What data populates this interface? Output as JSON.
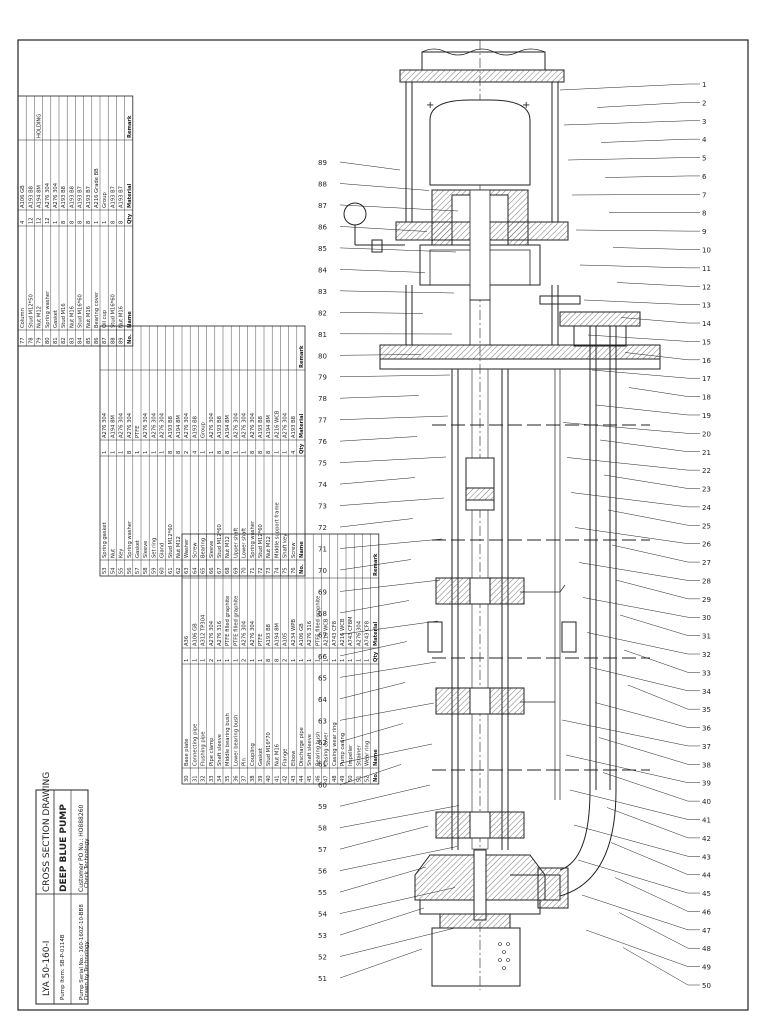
{
  "title_block": {
    "company": "DEEP BLUE PUMP",
    "model": "LYA 50-160-I",
    "drawing_type": "CROSS SECTION DRAWING",
    "customer": "Customer PO No.: HO888260",
    "serial": "Pump Serial No.: 160-160Z-10-BB8",
    "checker": "Check  Technology",
    "drawn": "Drawn by  Technology",
    "pump_item": "Pump Item: SB-P-0114B"
  },
  "bom": {
    "header": {
      "no": "No.",
      "name": "Name",
      "qty": "Qty",
      "material": "Material",
      "remark": "Remark"
    },
    "group1": [
      {
        "no": "89",
        "name": "Nut M16",
        "qty": "8",
        "material": "A193 B7",
        "remark": ""
      },
      {
        "no": "88",
        "name": "Stud M16*60",
        "qty": "8",
        "material": "A193 B7",
        "remark": ""
      },
      {
        "no": "87",
        "name": "Oil cup",
        "qty": "1",
        "material": "Group",
        "remark": ""
      },
      {
        "no": "86",
        "name": "Bearing cover",
        "qty": "1",
        "material": "A216 Grade BB",
        "remark": ""
      },
      {
        "no": "85",
        "name": "Nut M16",
        "qty": "8",
        "material": "A193 B7",
        "remark": ""
      },
      {
        "no": "84",
        "name": "Stud M16*60",
        "qty": "8",
        "material": "A193 B7",
        "remark": ""
      },
      {
        "no": "83",
        "name": "Nut M16",
        "qty": "8",
        "material": "A193 B8",
        "remark": ""
      },
      {
        "no": "82",
        "name": "Stud M16",
        "qty": "8",
        "material": "A193 B8",
        "remark": ""
      },
      {
        "no": "81",
        "name": "Gasket",
        "qty": "1",
        "material": "A276 304",
        "remark": ""
      },
      {
        "no": "80",
        "name": "Spring washer",
        "qty": "12",
        "material": "A276 304",
        "remark": ""
      },
      {
        "no": "79",
        "name": "Nut M12",
        "qty": "12",
        "material": "A194 8M",
        "remark": "HOLDING"
      },
      {
        "no": "78",
        "name": "Stud M12*50",
        "qty": "12",
        "material": "A193 B8",
        "remark": ""
      },
      {
        "no": "77",
        "name": "Column",
        "qty": "4",
        "material": "A106 GB",
        "remark": ""
      }
    ],
    "group2": [
      {
        "no": "76",
        "name": "Screw",
        "qty": "4",
        "material": "A193 B8",
        "remark": ""
      },
      {
        "no": "75",
        "name": "Shaft key",
        "qty": "1",
        "material": "A276 304",
        "remark": ""
      },
      {
        "no": "74",
        "name": "Middle support frame",
        "qty": "1",
        "material": "A216 WCB",
        "remark": ""
      },
      {
        "no": "73",
        "name": "Nut M12",
        "qty": "8",
        "material": "A194 8M",
        "remark": ""
      },
      {
        "no": "72",
        "name": "Stud M12*60",
        "qty": "8",
        "material": "A193 B8",
        "remark": ""
      },
      {
        "no": "71",
        "name": "Spring washer",
        "qty": "8",
        "material": "A276 304",
        "remark": ""
      },
      {
        "no": "70",
        "name": "Lower shaft",
        "qty": "1",
        "material": "A276 304",
        "remark": ""
      },
      {
        "no": "69",
        "name": "Upper shaft",
        "qty": "1",
        "material": "A276 304",
        "remark": ""
      },
      {
        "no": "68",
        "name": "Nut M12",
        "qty": "8",
        "material": "A194 8M",
        "remark": ""
      },
      {
        "no": "67",
        "name": "Stud M12*60",
        "qty": "8",
        "material": "A193 B8",
        "remark": ""
      },
      {
        "no": "66",
        "name": "Sleeve",
        "qty": "1",
        "material": "A276 304",
        "remark": ""
      },
      {
        "no": "65",
        "name": "Bearing",
        "qty": "1",
        "material": "Group",
        "remark": ""
      },
      {
        "no": "64",
        "name": "Screw",
        "qty": "4",
        "material": "A193 B8",
        "remark": ""
      },
      {
        "no": "63",
        "name": "Washer",
        "qty": "2",
        "material": "A276 304",
        "remark": ""
      },
      {
        "no": "62",
        "name": "Nut M12",
        "qty": "8",
        "material": "A194 8M",
        "remark": ""
      },
      {
        "no": "61",
        "name": "Stud M12*60",
        "qty": "8",
        "material": "A193 B8",
        "remark": ""
      },
      {
        "no": "60",
        "name": "Gland",
        "qty": "1",
        "material": "A276 304",
        "remark": ""
      },
      {
        "no": "59",
        "name": "Set ring",
        "qty": "1",
        "material": "A276 304",
        "remark": ""
      },
      {
        "no": "58",
        "name": "Sleeve",
        "qty": "1",
        "material": "A276 304",
        "remark": ""
      },
      {
        "no": "57",
        "name": "Gasket",
        "qty": "1",
        "material": "PTFE",
        "remark": ""
      },
      {
        "no": "56",
        "name": "Spring washer",
        "qty": "8",
        "material": "A276 304",
        "remark": ""
      },
      {
        "no": "55",
        "name": "Key",
        "qty": "1",
        "material": "A276 304",
        "remark": ""
      },
      {
        "no": "54",
        "name": "Nut",
        "qty": "1",
        "material": "A194 8M",
        "remark": ""
      },
      {
        "no": "53",
        "name": "Spring gasket",
        "qty": "1",
        "material": "A276 304",
        "remark": ""
      }
    ],
    "group3": [
      {
        "no": "52",
        "name": "Wear ring",
        "qty": "1",
        "material": "A743 CF8",
        "remark": ""
      },
      {
        "no": "51",
        "name": "Strainer",
        "qty": "1",
        "material": "A276 304",
        "remark": ""
      },
      {
        "no": "50",
        "name": "Impeller",
        "qty": "1",
        "material": "A743 CF8M",
        "remark": ""
      },
      {
        "no": "49",
        "name": "Pump casing",
        "qty": "1",
        "material": "A216 WCB",
        "remark": ""
      },
      {
        "no": "48",
        "name": "Casing wear ring",
        "qty": "1",
        "material": "A743 CF8",
        "remark": ""
      },
      {
        "no": "47",
        "name": "Casing cover",
        "qty": "1",
        "material": "A216 WCB",
        "remark": ""
      },
      {
        "no": "46",
        "name": "Bearing bush",
        "qty": "1",
        "material": "PTFE filled graphite",
        "remark": ""
      },
      {
        "no": "45",
        "name": "Shaft sleeve",
        "qty": "1",
        "material": "A276 316",
        "remark": ""
      },
      {
        "no": "44",
        "name": "Discharge pipe",
        "qty": "1",
        "material": "A106 GB",
        "remark": ""
      },
      {
        "no": "43",
        "name": "Elbow",
        "qty": "1",
        "material": "A234 WPB",
        "remark": ""
      },
      {
        "no": "42",
        "name": "Flange",
        "qty": "2",
        "material": "A105",
        "remark": ""
      },
      {
        "no": "41",
        "name": "Nut M16",
        "qty": "8",
        "material": "A194 8M",
        "remark": ""
      },
      {
        "no": "40",
        "name": "Stud M16*70",
        "qty": "8",
        "material": "A193 B8",
        "remark": ""
      },
      {
        "no": "39",
        "name": "Gasket",
        "qty": "1",
        "material": "PTFE",
        "remark": ""
      },
      {
        "no": "38",
        "name": "Coupling",
        "qty": "1",
        "material": "A276 304",
        "remark": ""
      },
      {
        "no": "37",
        "name": "Pin",
        "qty": "2",
        "material": "A276 304",
        "remark": ""
      },
      {
        "no": "36",
        "name": "Lower bearing bush",
        "qty": "1",
        "material": "PTFE filled graphite",
        "remark": ""
      },
      {
        "no": "35",
        "name": "Middle bearing bush",
        "qty": "1",
        "material": "PTFE filled graphite",
        "remark": ""
      },
      {
        "no": "34",
        "name": "Shaft sleeve",
        "qty": "1",
        "material": "A276 316",
        "remark": ""
      },
      {
        "no": "33",
        "name": "Pipe clamp",
        "qty": "2",
        "material": "A276 304",
        "remark": ""
      },
      {
        "no": "32",
        "name": "Flushing pipe",
        "qty": "1",
        "material": "A312 TP304",
        "remark": ""
      },
      {
        "no": "31",
        "name": "Connecting pipe",
        "qty": "1",
        "material": "A106 GB",
        "remark": ""
      },
      {
        "no": "30",
        "name": "Base plate",
        "qty": "1",
        "material": "A36",
        "remark": ""
      }
    ]
  },
  "balloons": {
    "right": [
      "1",
      "2",
      "3",
      "4",
      "5",
      "6",
      "7",
      "8",
      "9",
      "10",
      "11",
      "12",
      "13",
      "14",
      "15",
      "16",
      "17",
      "18",
      "19",
      "20",
      "21",
      "22",
      "23",
      "24",
      "25",
      "26",
      "27",
      "28",
      "29",
      "30",
      "31",
      "32",
      "33",
      "34",
      "35",
      "36",
      "37",
      "38",
      "39",
      "40",
      "41",
      "42",
      "43",
      "44",
      "45",
      "46",
      "47",
      "48",
      "49",
      "50"
    ],
    "left": [
      "89",
      "88",
      "87",
      "86",
      "85",
      "84",
      "83",
      "82",
      "81",
      "80",
      "79",
      "78",
      "77",
      "76",
      "75",
      "74",
      "73",
      "72",
      "71",
      "70",
      "69",
      "68",
      "67",
      "66",
      "65",
      "64",
      "63",
      "62",
      "61",
      "60",
      "59",
      "58",
      "57",
      "56",
      "55",
      "54",
      "53",
      "52",
      "51"
    ]
  },
  "colors": {
    "line": "#222222",
    "paper": "#ffffff",
    "hatch": "#555555"
  }
}
